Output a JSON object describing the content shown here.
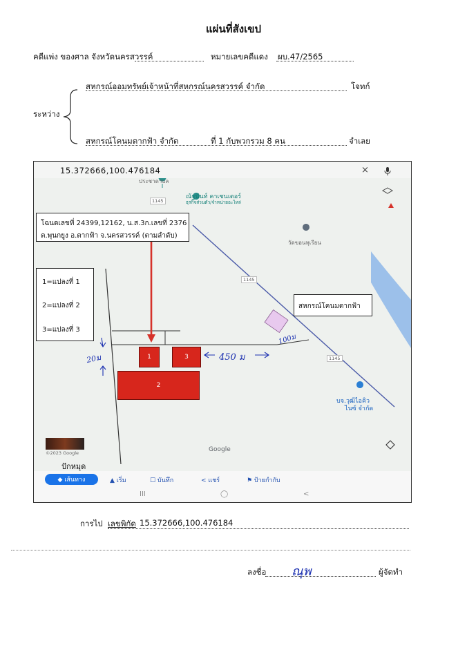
{
  "title": "แผ่นที่สังเขป",
  "case_line": {
    "case": "คดีแพ่ง  ของศาล  จังหวัดนครสวรรค์",
    "red_no_label": "หมายเลขคดีแดง",
    "red_no": "ผบ.47/2565"
  },
  "between_label": "ระหว่าง",
  "plaintiff": {
    "name": "สหกรณ์ออมทรัพย์เจ้าหน้าที่สหกรณ์นครสวรรค์  จำกัด",
    "role": "โจทก์"
  },
  "defendant": {
    "name": "สหกรณ์โคนมตากฟ้า  จำกัด",
    "extra": "ที่  1  กับพวกรวม  8  คน",
    "role": "จำเลย"
  },
  "map": {
    "coords": "15.372666,100.476184",
    "top_icons": {
      "close": "×",
      "mic": "mic-icon"
    },
    "places": {
      "pracha": "ประชาดาบล",
      "chinda_title": "ณัฐนันท์ คาเซนเตอร์",
      "chinda_sub": "ธุรกิจส่วนตัว/จำหน่ายอะไหล่",
      "wat": "วัดขอนหุเรียน",
      "bj_title": "บจ.วุฒิไอคิว",
      "bj_sub": "ไนซ์ จำกัด"
    },
    "road_badges": [
      "1145",
      "1145",
      "1145"
    ],
    "deed_box": [
      "โฉนดเลขที่ 24399,12162, น.ส.3ก.เลขที่ 2376",
      "ต.พุนกยูง อ.ตากฟ้า จ.นครสวรรค์ (ตามลำดับ)"
    ],
    "legend": [
      "1=แปลงที่ 1",
      "2=แปลงที่ 2",
      "3=แปลงที่ 3"
    ],
    "coop_label": "สหกรณ์โคนมตากฟ้า",
    "plots": [
      "1",
      "3",
      "2"
    ],
    "hand": {
      "left_width": "20ม",
      "distance": "450 ม",
      "right_width": "100ม"
    },
    "google": "Google",
    "attribution": "©2023 Google",
    "place_name": "ปักหมุด",
    "toolbar": [
      {
        "label": "◆ เส้นทาง"
      },
      {
        "label": "▲ เริ่ม"
      },
      {
        "label": "☐ บันทึก"
      },
      {
        "label": "< แชร์"
      },
      {
        "label": "⚑ ป้ายกำกับ"
      }
    ],
    "sys_nav": [
      "III",
      "◯",
      "<"
    ]
  },
  "directions": {
    "label": "การไป",
    "coord_label": "เลขพิกัด",
    "coord": "15.372666,100.476184"
  },
  "signature": {
    "label": "ลงชื่อ",
    "scribble": "ณุพ",
    "role": "ผู้จัดทำ"
  },
  "colors": {
    "plot_red": "#d7261c",
    "arrow_red": "#d6322a",
    "map_bg": "#eef1ee",
    "water": "#9cc0ea",
    "handwriting": "#1a2fb0",
    "button_blue": "#1a73e8"
  }
}
